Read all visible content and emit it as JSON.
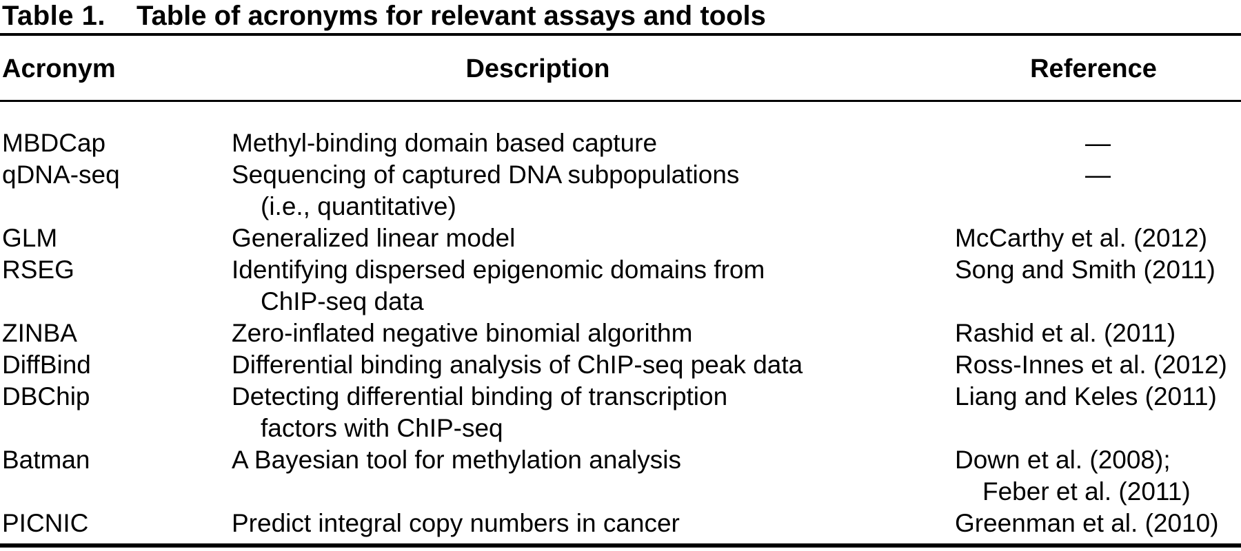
{
  "table": {
    "caption": {
      "label": "Table 1.",
      "title": "Table of acronyms for relevant assays and tools"
    },
    "headers": {
      "acronym": "Acronym",
      "description": "Description",
      "reference": "Reference"
    },
    "rows": [
      {
        "acronym": "MBDCap",
        "description": [
          "Methyl-binding domain based capture"
        ],
        "reference": [
          "—"
        ],
        "reference_style": "dash"
      },
      {
        "acronym": "qDNA-seq",
        "description": [
          "Sequencing of captured DNA subpopulations",
          "(i.e., quantitative)"
        ],
        "reference": [
          "—"
        ],
        "reference_style": "dash"
      },
      {
        "acronym": "GLM",
        "description": [
          "Generalized linear model"
        ],
        "reference": [
          "McCarthy et al. (2012)"
        ],
        "reference_style": "text"
      },
      {
        "acronym": "RSEG",
        "description": [
          "Identifying dispersed epigenomic domains from",
          "ChIP-seq data"
        ],
        "reference": [
          "Song and Smith (2011)"
        ],
        "reference_style": "text"
      },
      {
        "acronym": "ZINBA",
        "description": [
          "Zero-inflated negative binomial algorithm"
        ],
        "reference": [
          "Rashid et al. (2011)"
        ],
        "reference_style": "text"
      },
      {
        "acronym": "DiffBind",
        "description": [
          "Differential binding analysis of ChIP-seq peak data"
        ],
        "reference": [
          "Ross-Innes et al. (2012)"
        ],
        "reference_style": "text"
      },
      {
        "acronym": "DBChip",
        "description": [
          "Detecting differential binding of transcription",
          "factors with ChIP-seq"
        ],
        "reference": [
          "Liang and Keles (2011)"
        ],
        "reference_style": "text"
      },
      {
        "acronym": "Batman",
        "description": [
          "A Bayesian tool for methylation analysis"
        ],
        "reference": [
          "Down et al. (2008);",
          "Feber et al. (2011)"
        ],
        "reference_style": "text"
      },
      {
        "acronym": "PICNIC",
        "description": [
          "Predict integral copy numbers in cancer"
        ],
        "reference": [
          "Greenman et al. (2010)"
        ],
        "reference_style": "text"
      }
    ]
  }
}
